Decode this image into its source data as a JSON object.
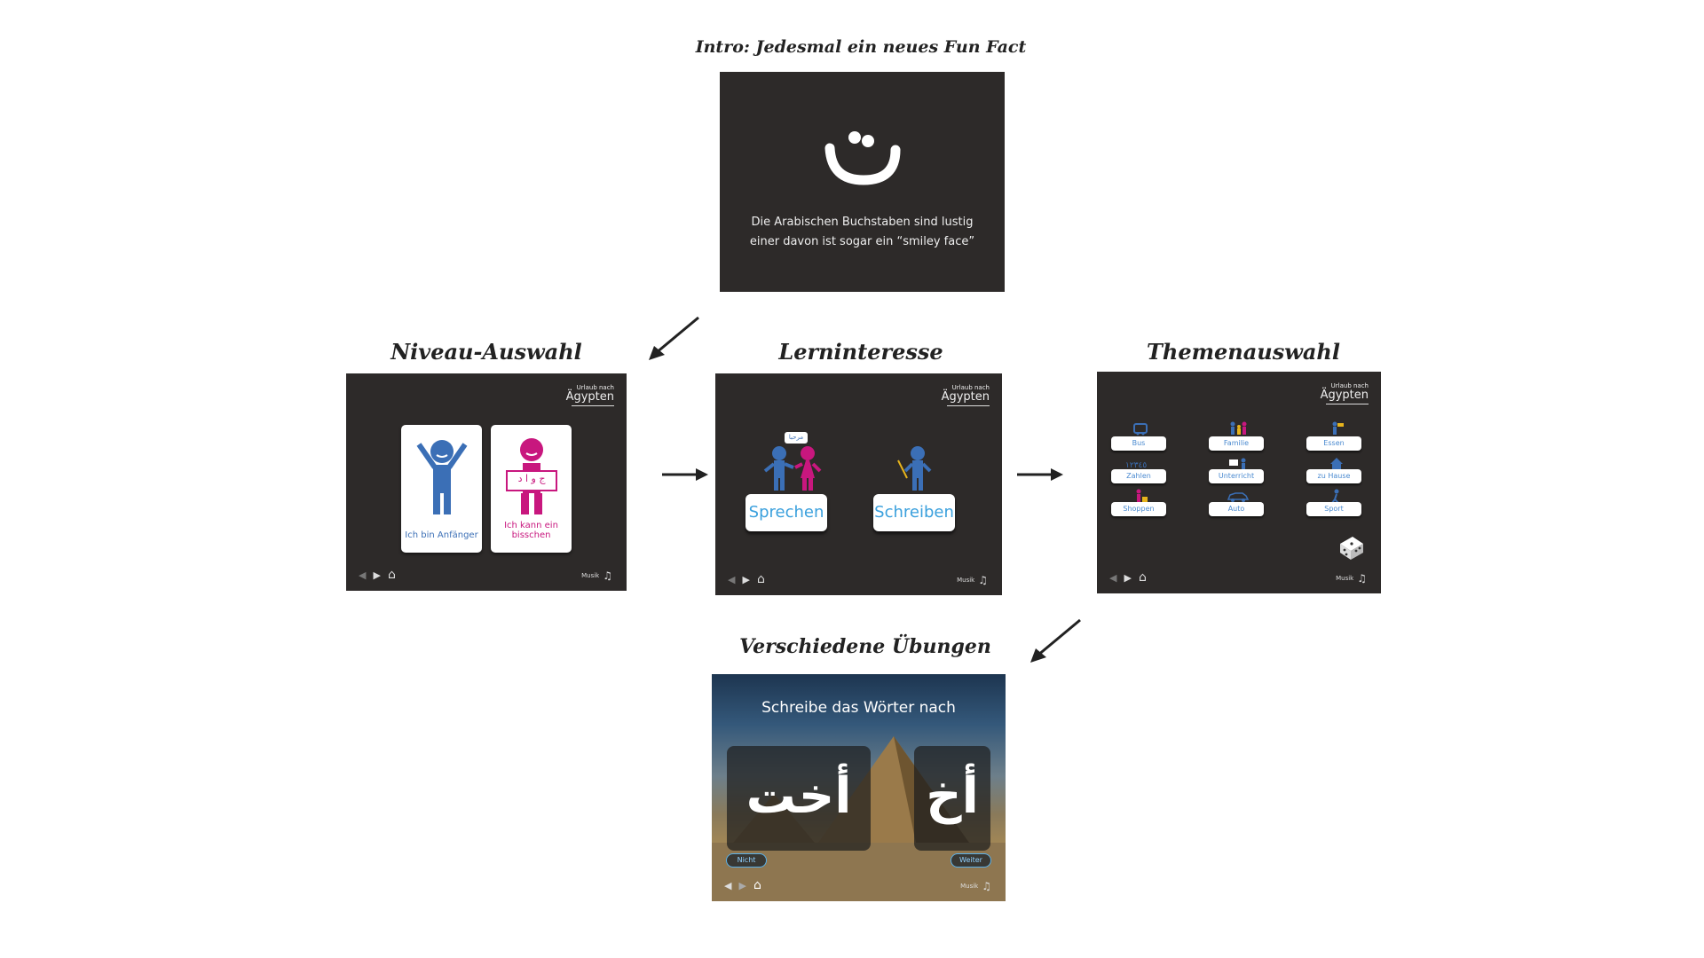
{
  "captions": {
    "intro": "Intro: Jedesmal ein neues Fun Fact",
    "niveau": "Niveau-Auswahl",
    "lern": "Lerninteresse",
    "themen": "Themenauswahl",
    "uebungen": "Verschiedene Übungen"
  },
  "intro": {
    "fact_line1": "Die Arabischen Buchstaben sind lustig",
    "fact_line2": "einer davon ist sogar ein “smiley face”"
  },
  "logo": {
    "small": "Urlaub nach",
    "big": "Ägypten"
  },
  "musik": "Musik",
  "niveau": {
    "card1": "Ich bin Anfänger",
    "card2": "Ich kann ein bisschen",
    "sign": "ج و ا د"
  },
  "lern": {
    "bubble": "مرحبا",
    "btn1": "Sprechen",
    "btn2": "Schreiben"
  },
  "themen": {
    "items": [
      "Bus",
      "Familie",
      "Essen",
      "Zahlen",
      "Unterricht",
      "zu Hause",
      "Shoppen",
      "Auto",
      "Sport"
    ],
    "zahlen_digits": "١٢٣٤٥"
  },
  "uebung": {
    "title": "Schreibe das Wörter nach",
    "word_large": "أخت",
    "word_small": "أخ",
    "btn_left": "Nicht",
    "btn_right": "Weiter"
  },
  "colors": {
    "blue": "#3b6fb6",
    "pink": "#c8177e",
    "dark": "#2d2a29",
    "light_blue": "#3aa0dd"
  }
}
